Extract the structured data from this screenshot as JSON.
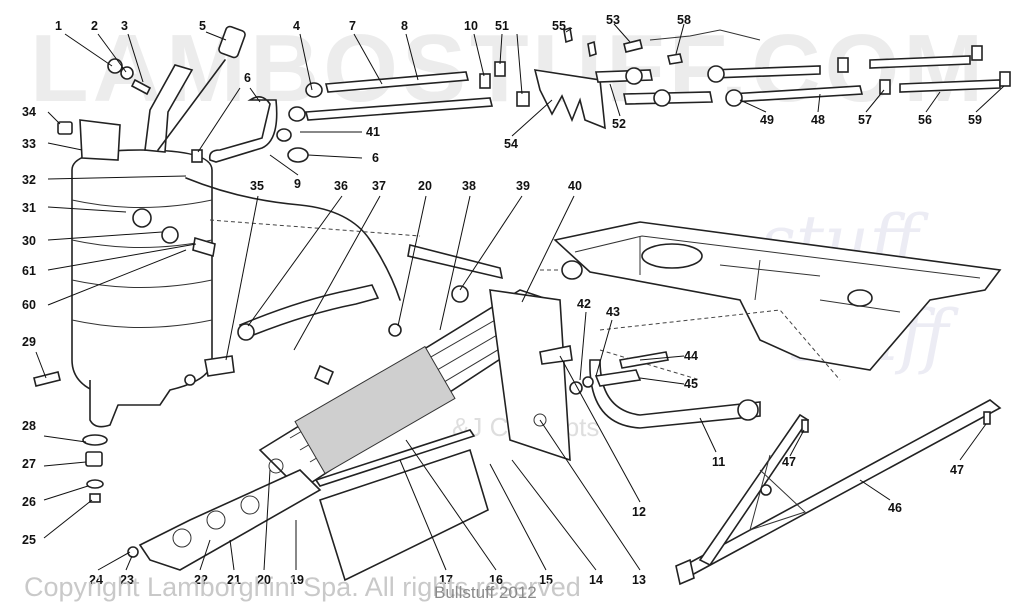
{
  "watermarks": {
    "main": "LAMBOSTUFF.COM",
    "copyright": "Copyright Lamborghini Spa. All rights reserved",
    "bullstuff": "Bullstuff 2012",
    "concepts": "&J Concepts",
    "script1": "stuff",
    "script2": "stuff"
  },
  "labels": [
    "1",
    "2",
    "3",
    "4",
    "5",
    "6",
    "6",
    "7",
    "8",
    "9",
    "10",
    "11",
    "12",
    "13",
    "14",
    "15",
    "16",
    "17",
    "19",
    "20",
    "20",
    "21",
    "22",
    "23",
    "24",
    "25",
    "26",
    "27",
    "28",
    "29",
    "30",
    "31",
    "32",
    "33",
    "34",
    "35",
    "36",
    "37",
    "38",
    "39",
    "40",
    "41",
    "42",
    "43",
    "44",
    "45",
    "46",
    "47",
    "47",
    "48",
    "49",
    "51",
    "52",
    "53",
    "54",
    "55",
    "56",
    "57",
    "58",
    "59",
    "60",
    "61"
  ]
}
